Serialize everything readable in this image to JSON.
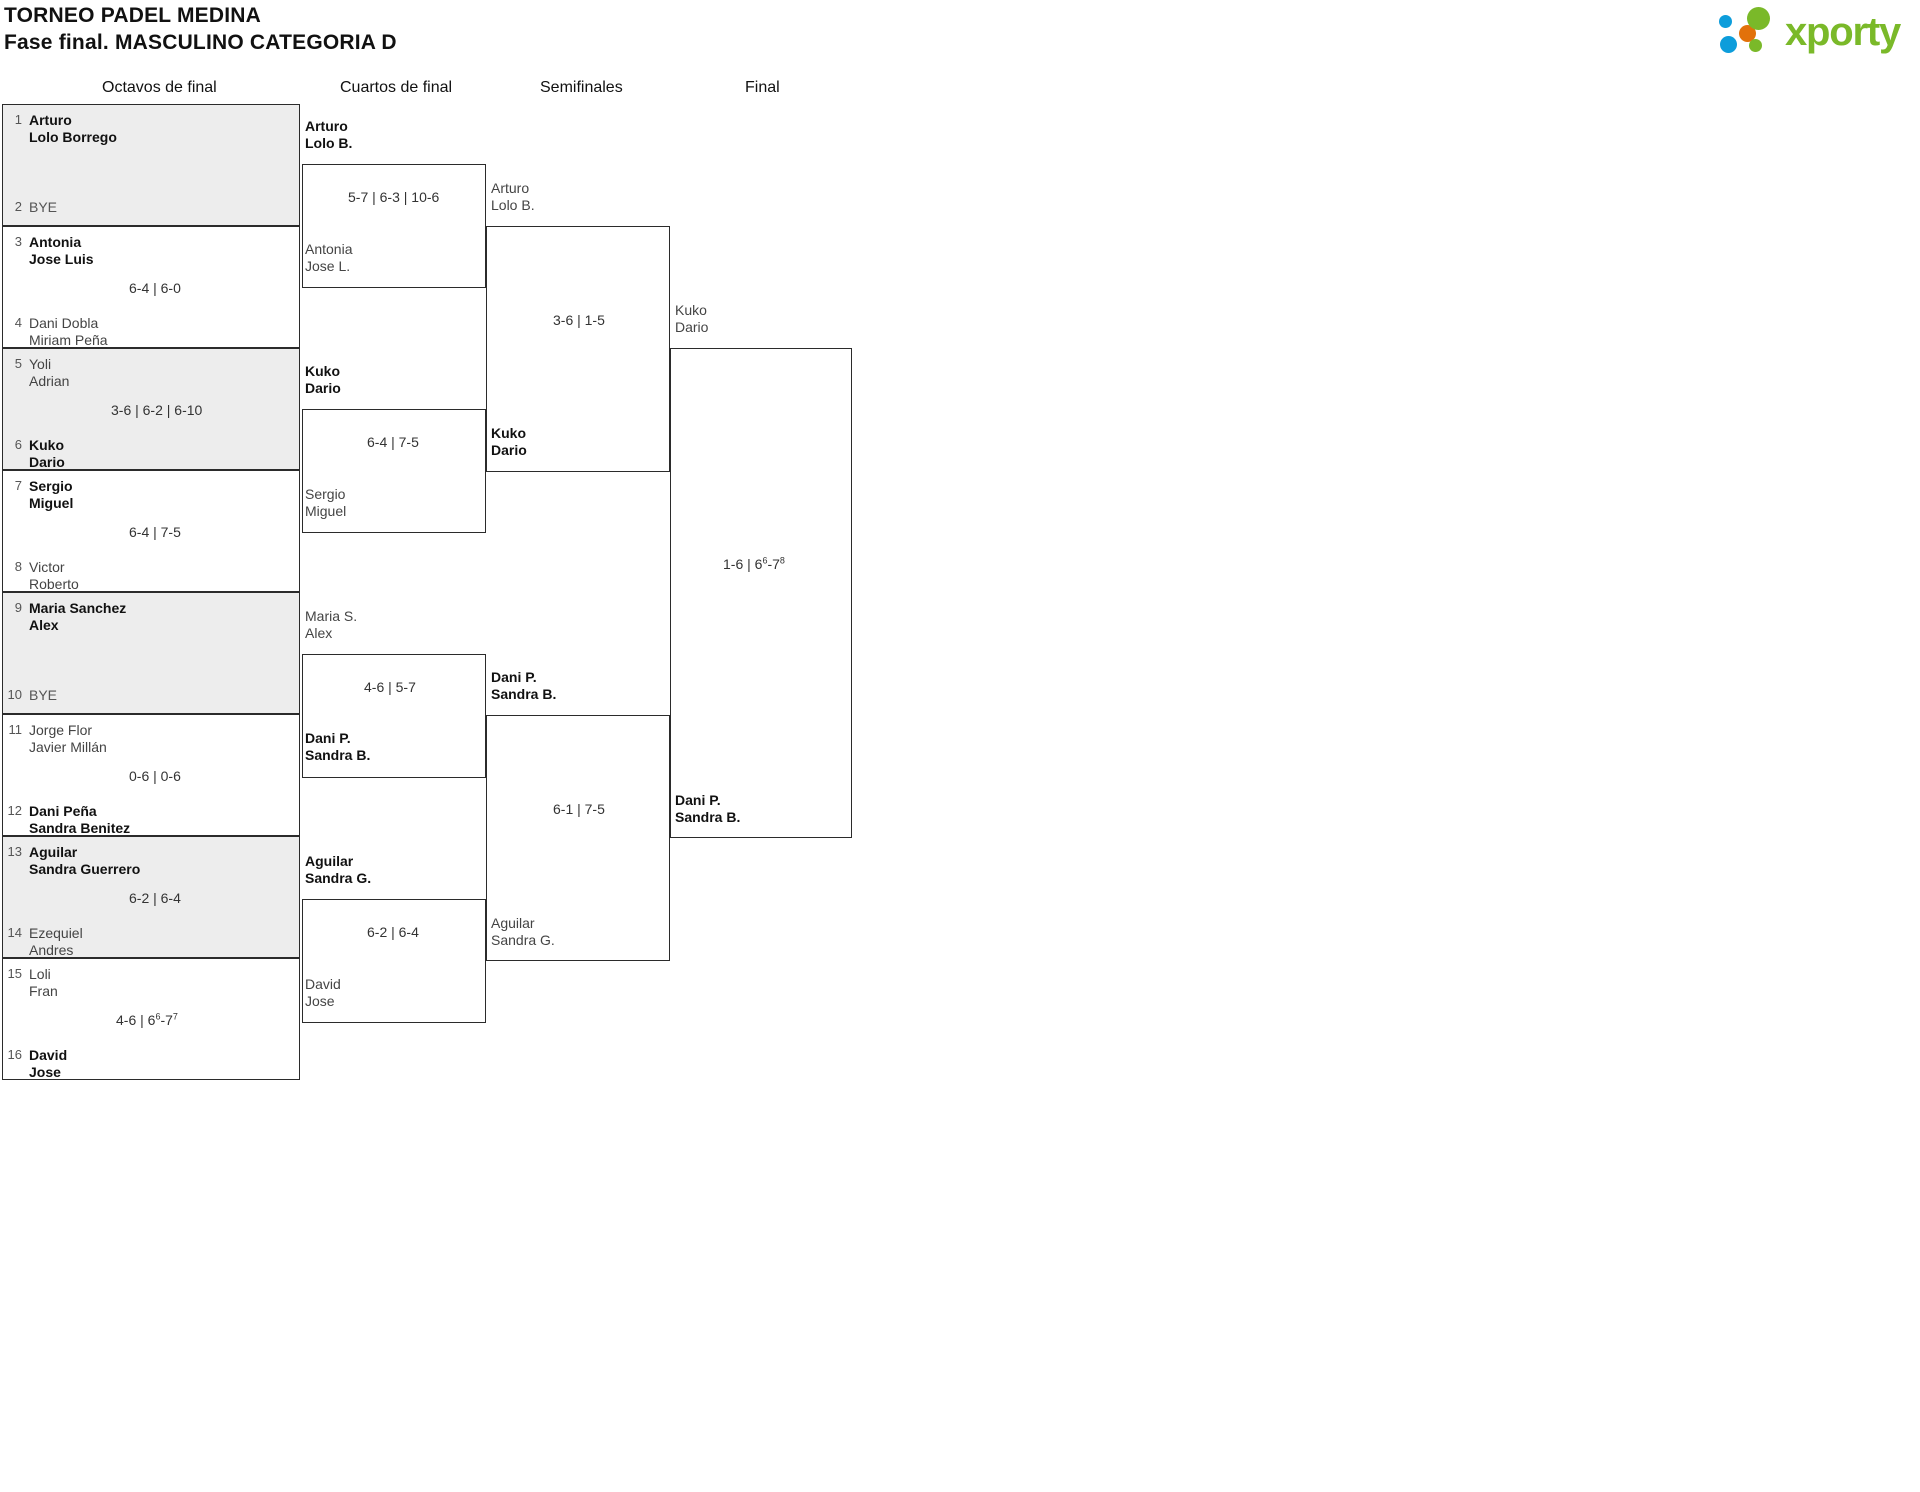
{
  "header": {
    "title_line1": "TORNEO PADEL MEDINA",
    "title_line2": "Fase final. MASCULINO CATEGORIA D",
    "logo_word": "xporty",
    "logo_colors": {
      "green": "#7ab929",
      "blue": "#0d9ddb",
      "orange": "#e2710a"
    }
  },
  "rounds": [
    {
      "label": "Octavos de final"
    },
    {
      "label": "Cuartos de final"
    },
    {
      "label": "Semifinales"
    },
    {
      "label": "Final"
    }
  ],
  "colors": {
    "shade": "#ededed",
    "line": "#2b2b2b",
    "text": "#1a1a1a",
    "muted": "#555555"
  },
  "round1": {
    "matches": [
      {
        "shaded": true,
        "top": {
          "seed": "1",
          "lines": [
            "Arturo",
            "Lolo Borrego"
          ],
          "winner": true,
          "bye": false
        },
        "bottom": {
          "seed": "2",
          "lines": [
            "BYE"
          ],
          "winner": false,
          "bye": true
        },
        "score": ""
      },
      {
        "shaded": false,
        "top": {
          "seed": "3",
          "lines": [
            "Antonia",
            "Jose Luis"
          ],
          "winner": true,
          "bye": false
        },
        "bottom": {
          "seed": "4",
          "lines": [
            "Dani Dobla",
            "Miriam Peña"
          ],
          "winner": false,
          "bye": false
        },
        "score": "6-4 | 6-0"
      },
      {
        "shaded": true,
        "top": {
          "seed": "5",
          "lines": [
            "Yoli",
            "Adrian"
          ],
          "winner": false,
          "bye": false
        },
        "bottom": {
          "seed": "6",
          "lines": [
            "Kuko",
            "Dario"
          ],
          "winner": true,
          "bye": false
        },
        "score": "3-6 | 6-2 | 6-10"
      },
      {
        "shaded": false,
        "top": {
          "seed": "7",
          "lines": [
            "Sergio",
            "Miguel"
          ],
          "winner": true,
          "bye": false
        },
        "bottom": {
          "seed": "8",
          "lines": [
            "Victor",
            "Roberto"
          ],
          "winner": false,
          "bye": false
        },
        "score": "6-4 | 7-5"
      },
      {
        "shaded": true,
        "top": {
          "seed": "9",
          "lines": [
            "Maria Sanchez",
            "Alex"
          ],
          "winner": true,
          "bye": false
        },
        "bottom": {
          "seed": "10",
          "lines": [
            "BYE"
          ],
          "winner": false,
          "bye": true
        },
        "score": ""
      },
      {
        "shaded": false,
        "top": {
          "seed": "11",
          "lines": [
            "Jorge Flor",
            "Javier Millán"
          ],
          "winner": false,
          "bye": false
        },
        "bottom": {
          "seed": "12",
          "lines": [
            "Dani Peña",
            "Sandra Benitez"
          ],
          "winner": true,
          "bye": false
        },
        "score": "0-6 | 0-6"
      },
      {
        "shaded": true,
        "top": {
          "seed": "13",
          "lines": [
            "Aguilar",
            "Sandra Guerrero"
          ],
          "winner": true,
          "bye": false
        },
        "bottom": {
          "seed": "14",
          "lines": [
            "Ezequiel",
            "Andres"
          ],
          "winner": false,
          "bye": false
        },
        "score": "6-2 | 6-4"
      },
      {
        "shaded": false,
        "top": {
          "seed": "15",
          "lines": [
            "Loli",
            "Fran"
          ],
          "winner": false,
          "bye": false
        },
        "bottom": {
          "seed": "16",
          "lines": [
            "David",
            "Jose"
          ],
          "winner": true,
          "bye": false
        },
        "score_html": "4-6 | 6<sup>6</sup>-7<sup>7</sup>"
      }
    ]
  },
  "round2": {
    "matches": [
      {
        "top": {
          "lines": [
            "Arturo",
            "Lolo B."
          ],
          "winner": true
        },
        "bottom": {
          "lines": [
            "Antonia",
            "Jose L."
          ],
          "winner": false
        },
        "score": "5-7 | 6-3 | 10-6"
      },
      {
        "top": {
          "lines": [
            "Kuko",
            "Dario"
          ],
          "winner": true
        },
        "bottom": {
          "lines": [
            "Sergio",
            "Miguel"
          ],
          "winner": false
        },
        "score": "6-4 | 7-5"
      },
      {
        "top": {
          "lines": [
            "Maria S.",
            "Alex"
          ],
          "winner": false
        },
        "bottom": {
          "lines": [
            "Dani P.",
            "Sandra B."
          ],
          "winner": true
        },
        "score": "4-6 | 5-7"
      },
      {
        "top": {
          "lines": [
            "Aguilar",
            "Sandra G."
          ],
          "winner": true
        },
        "bottom": {
          "lines": [
            "David",
            "Jose"
          ],
          "winner": false
        },
        "score": "6-2 | 6-4"
      }
    ]
  },
  "round3": {
    "matches": [
      {
        "top": {
          "lines": [
            "Arturo",
            "Lolo B."
          ],
          "winner": false
        },
        "bottom": {
          "lines": [
            "Kuko",
            "Dario"
          ],
          "winner": true
        },
        "score": "3-6 | 1-5"
      },
      {
        "top": {
          "lines": [
            "Dani P.",
            "Sandra B."
          ],
          "winner": true
        },
        "bottom": {
          "lines": [
            "Aguilar",
            "Sandra G."
          ],
          "winner": false
        },
        "score": "6-1 | 7-5"
      }
    ]
  },
  "round4": {
    "matches": [
      {
        "top": {
          "lines": [
            "Kuko",
            "Dario"
          ],
          "winner": false
        },
        "bottom": {
          "lines": [
            "Dani P.",
            "Sandra B."
          ],
          "winner": true
        },
        "score_html": "1-6 | 6<sup>6</sup>-7<sup>8</sup>"
      }
    ]
  }
}
